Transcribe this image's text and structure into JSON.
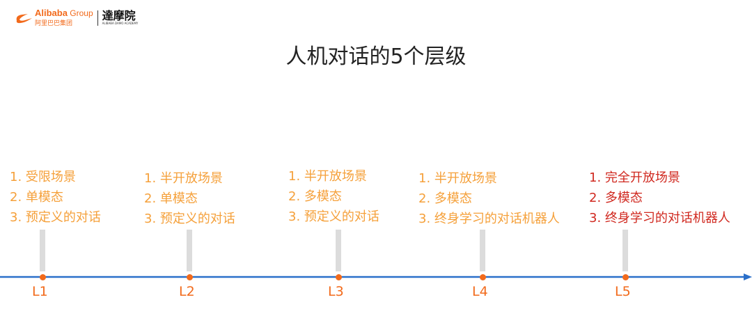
{
  "logo": {
    "alibaba": "Alibaba",
    "group": " Group",
    "alibaba_cn": "阿里巴巴集团",
    "damo": "達摩院",
    "damo_en": "ALIBABA DAMO ACADEMY"
  },
  "title": "人机对话的5个层级",
  "levels": [
    {
      "label": "L1",
      "items": [
        "1. 受限场景",
        "2. 单模态",
        "3. 预定义的对话"
      ]
    },
    {
      "label": "L2",
      "items": [
        "1. 半开放场景",
        "2. 单模态",
        "3. 预定义的对话"
      ]
    },
    {
      "label": "L3",
      "items": [
        "1. 半开放场景",
        "2. 多模态",
        "3. 预定义的对话"
      ]
    },
    {
      "label": "L4",
      "items": [
        "1. 半开放场景",
        "2. 多模态",
        "3. 终身学习的对话机器人"
      ]
    },
    {
      "label": "L5",
      "items": [
        "1. 完全开放场景",
        "2. 多模态",
        "3. 终身学习的对话机器人"
      ]
    }
  ],
  "colors": {
    "orange_text": "#f5a03a",
    "red_text": "#d0281f",
    "marker": "#f26a1b",
    "axis": "#2a6fc9"
  }
}
